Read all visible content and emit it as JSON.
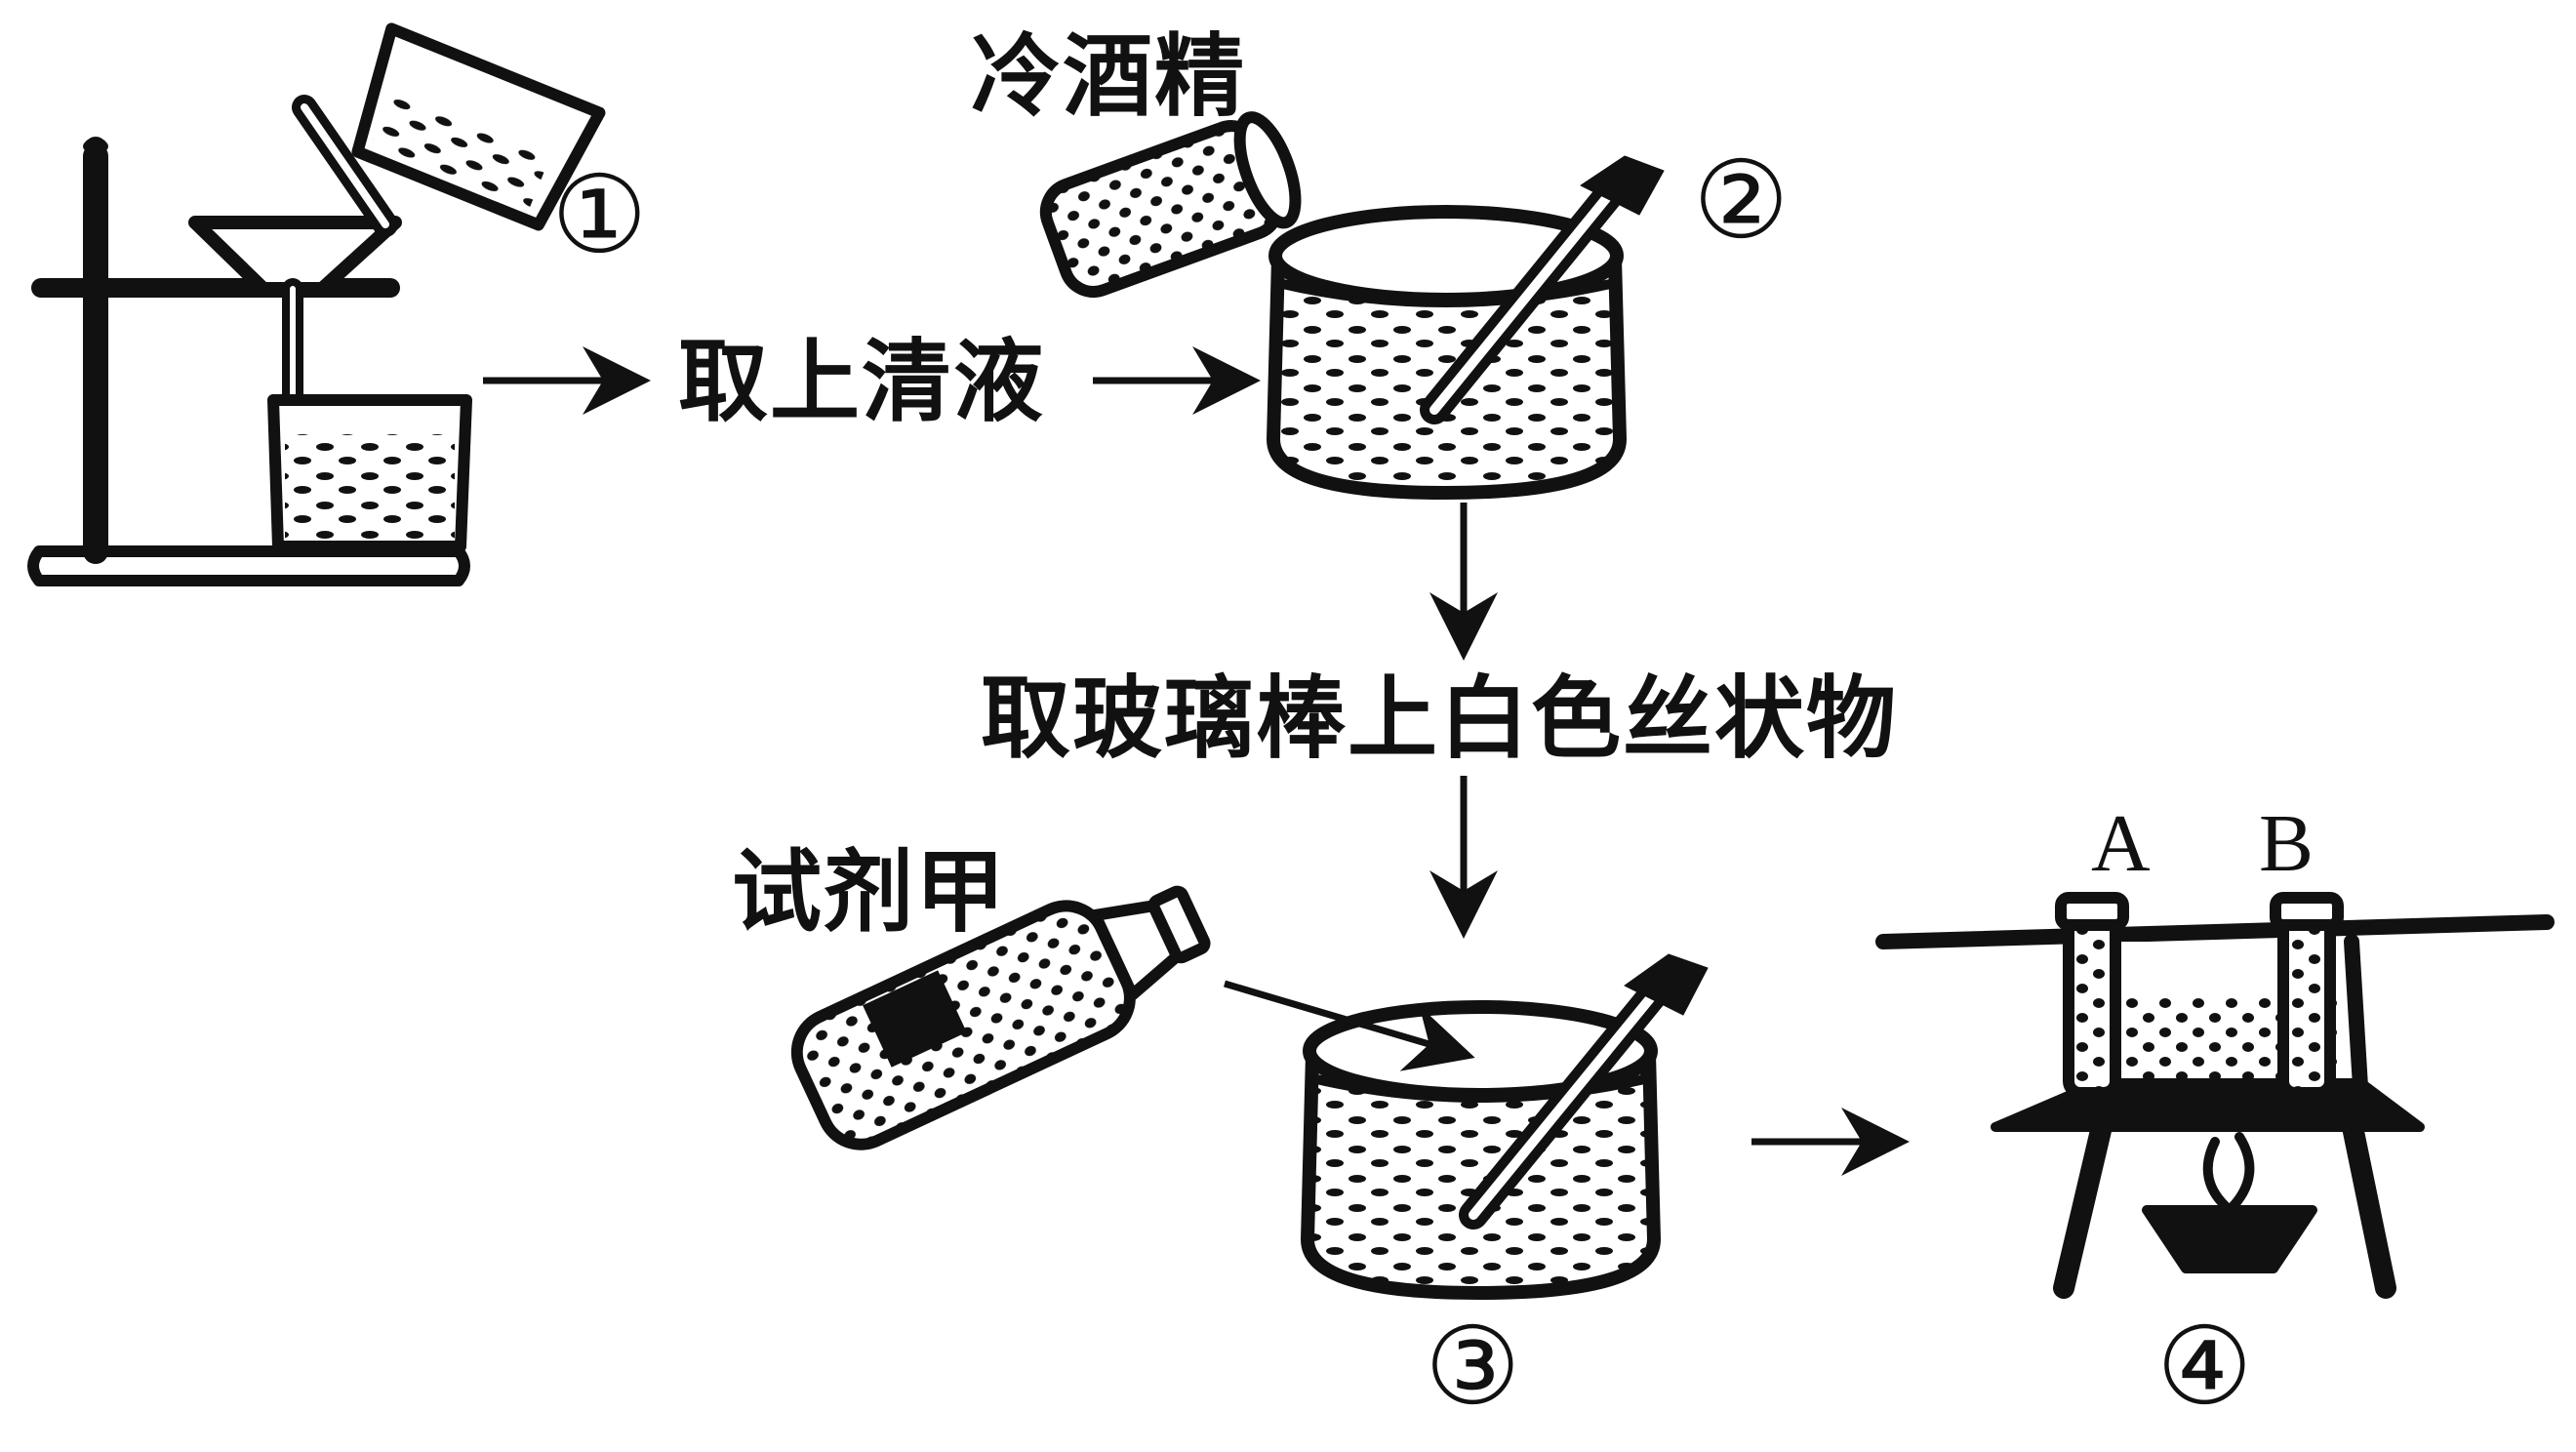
{
  "labels": {
    "cold_ethanol": "冷酒精",
    "take_supernatant": "取上清液",
    "take_white_threads": "取玻璃棒上白色丝状物",
    "reagent_a": "试剂甲",
    "tube_a": "A",
    "tube_b": "B"
  },
  "steps": {
    "s1": "①",
    "s2": "②",
    "s3": "③",
    "s4": "④"
  }
}
